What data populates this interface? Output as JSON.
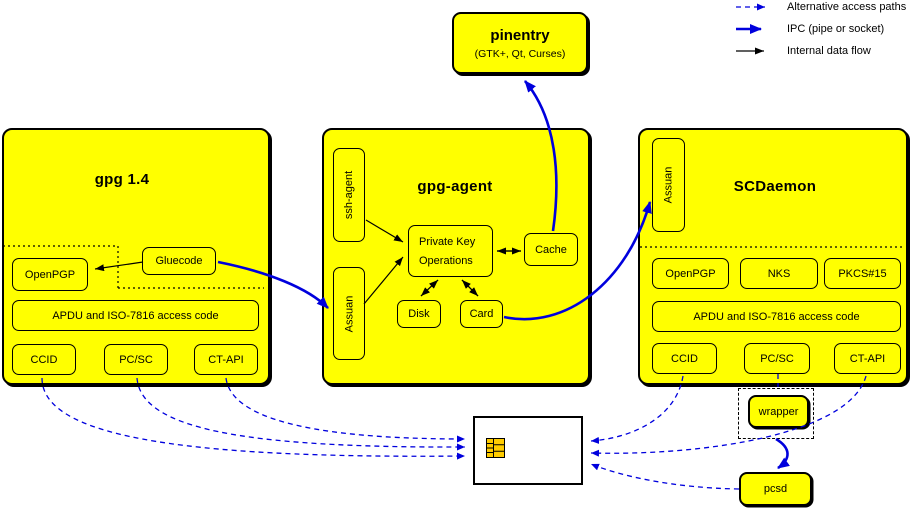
{
  "legend": {
    "items": [
      {
        "label": "Alternative access paths",
        "style": "dashed-blue-arrow"
      },
      {
        "label": "IPC (pipe or socket)",
        "style": "thick-blue-arrow"
      },
      {
        "label": "Internal data flow",
        "style": "thin-black-arrow"
      }
    ]
  },
  "pinentry": {
    "title": "pinentry",
    "subtitle": "(GTK+, Qt, Curses)"
  },
  "gpg14": {
    "title": "gpg 1.4",
    "boxes": {
      "openpgp": "OpenPGP",
      "gluecode": "Gluecode",
      "apdu": "APDU and ISO-7816 access code",
      "ccid": "CCID",
      "pcsc": "PC/SC",
      "ctapi": "CT-API"
    }
  },
  "gpg_agent": {
    "title": "gpg-agent",
    "boxes": {
      "ssh_agent": "ssh-agent",
      "assuan": "Assuan",
      "private_key_line1": "Private Key",
      "private_key_line2": "Operations",
      "cache": "Cache",
      "disk": "Disk",
      "card": "Card"
    }
  },
  "scdaemon": {
    "title": "SCDaemon",
    "boxes": {
      "assuan": "Assuan",
      "openpgp": "OpenPGP",
      "nks": "NKS",
      "pkcs15": "PKCS#15",
      "apdu": "APDU and ISO-7816 access code",
      "ccid": "CCID",
      "pcsc": "PC/SC",
      "ctapi": "CT-API"
    }
  },
  "peripherals": {
    "wrapper": "wrapper",
    "pcsd": "pcsd",
    "smartcard_icon": "smartcard-chip-icon"
  },
  "colors": {
    "node_fill": "#ffff00",
    "line_blue": "#0000dd",
    "chip_gold": "#ffcc00",
    "background": "#ffffff"
  }
}
